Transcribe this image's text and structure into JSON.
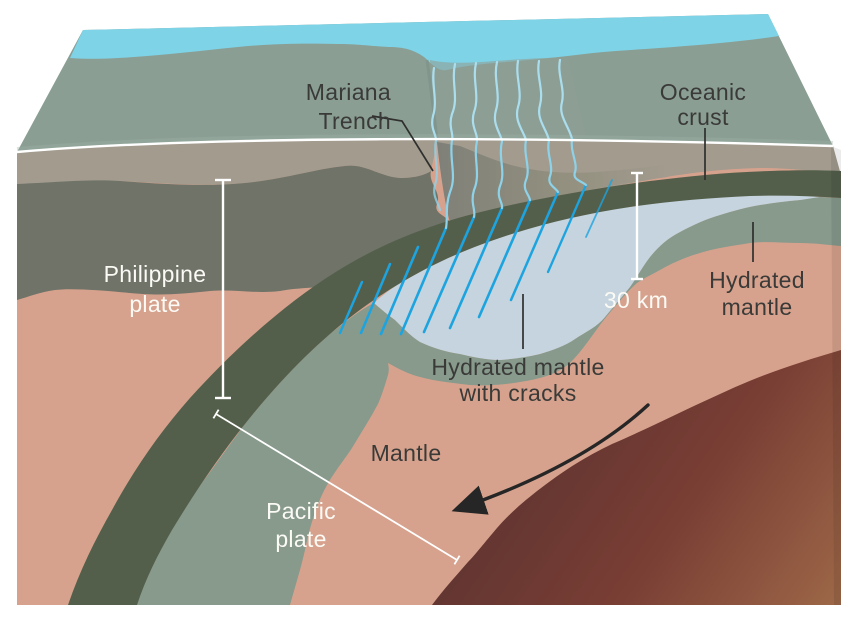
{
  "labels": {
    "mariana": [
      "Mariana",
      "Trench"
    ],
    "oceanic": [
      "Oceanic",
      "crust"
    ],
    "philippine": [
      "Philippine",
      "plate"
    ],
    "hydrated": [
      "Hydrated",
      "mantle"
    ],
    "hydrated_cracks": [
      "Hydrated mantle",
      "with cracks"
    ],
    "mantle": "Mantle",
    "pacific": [
      "Pacific",
      "plate"
    ],
    "depth_scale": "30 km"
  },
  "colors": {
    "water": "#7fd3e6",
    "seafloor": "#8a9e94",
    "sediment_top": "#a29b8e",
    "philippine_plate": "#6f7368",
    "trench_sediment": "#85857c",
    "oceanic_crust": "#545f4b",
    "hydrated_mantle": "#879a8c",
    "hydrated_cracks_zone": "#c5d4de",
    "mantle": "#d7a28d",
    "deep_mantle_dark": "#553030",
    "deep_mantle_light": "#a16c4a",
    "crack_blue": "#1ca4e1",
    "water_line_blue": "#8ed2e9",
    "surface_line_blue": "#aadeee",
    "label_dark": "#3a3a38",
    "label_light": "#fbfaf5",
    "measure_white": "#ffffff",
    "pointer_dark": "#2f2f2d"
  }
}
